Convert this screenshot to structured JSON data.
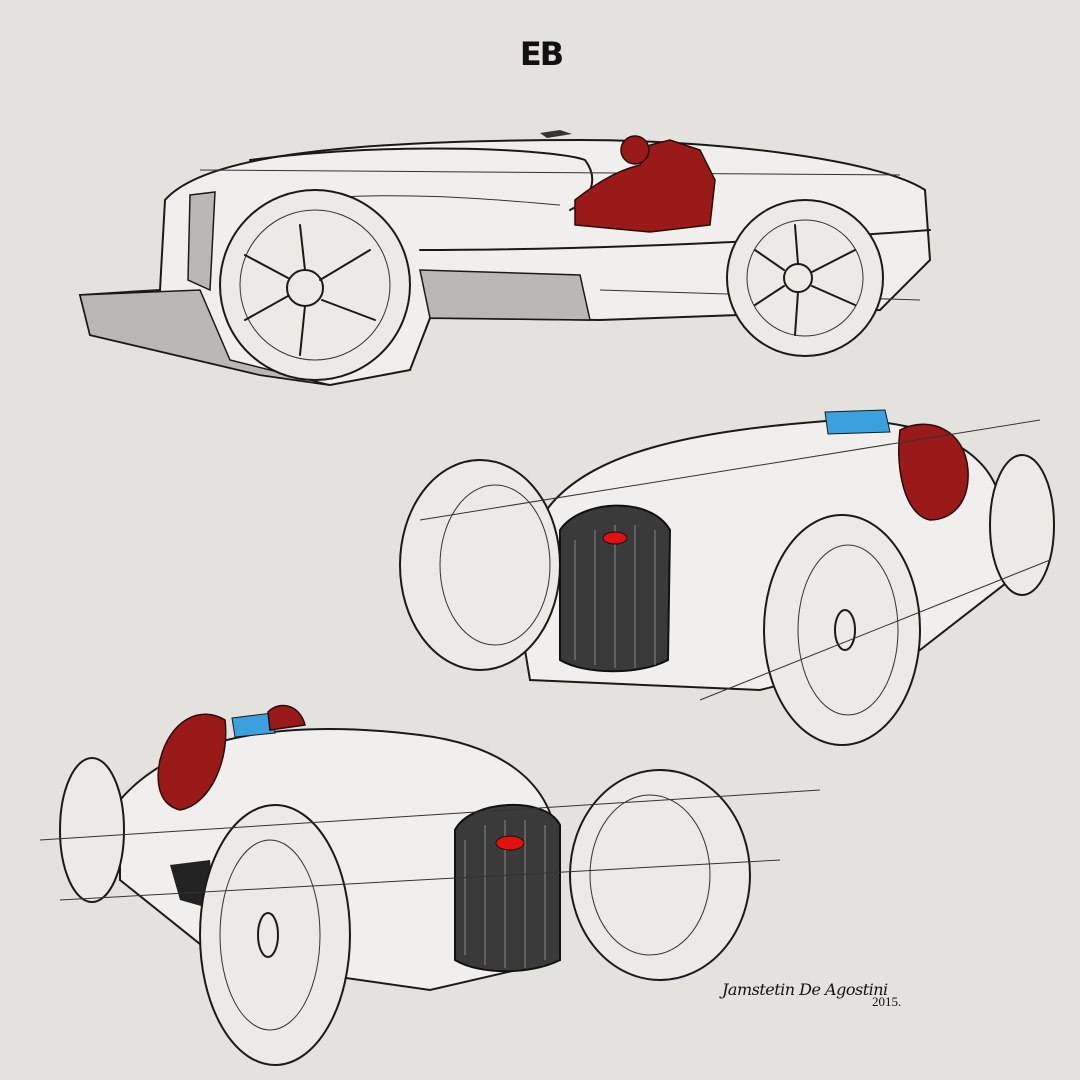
{
  "logo": {
    "text": "EB"
  },
  "signature": {
    "text": "Jamstetin De Agostini",
    "year": "2015."
  }
}
